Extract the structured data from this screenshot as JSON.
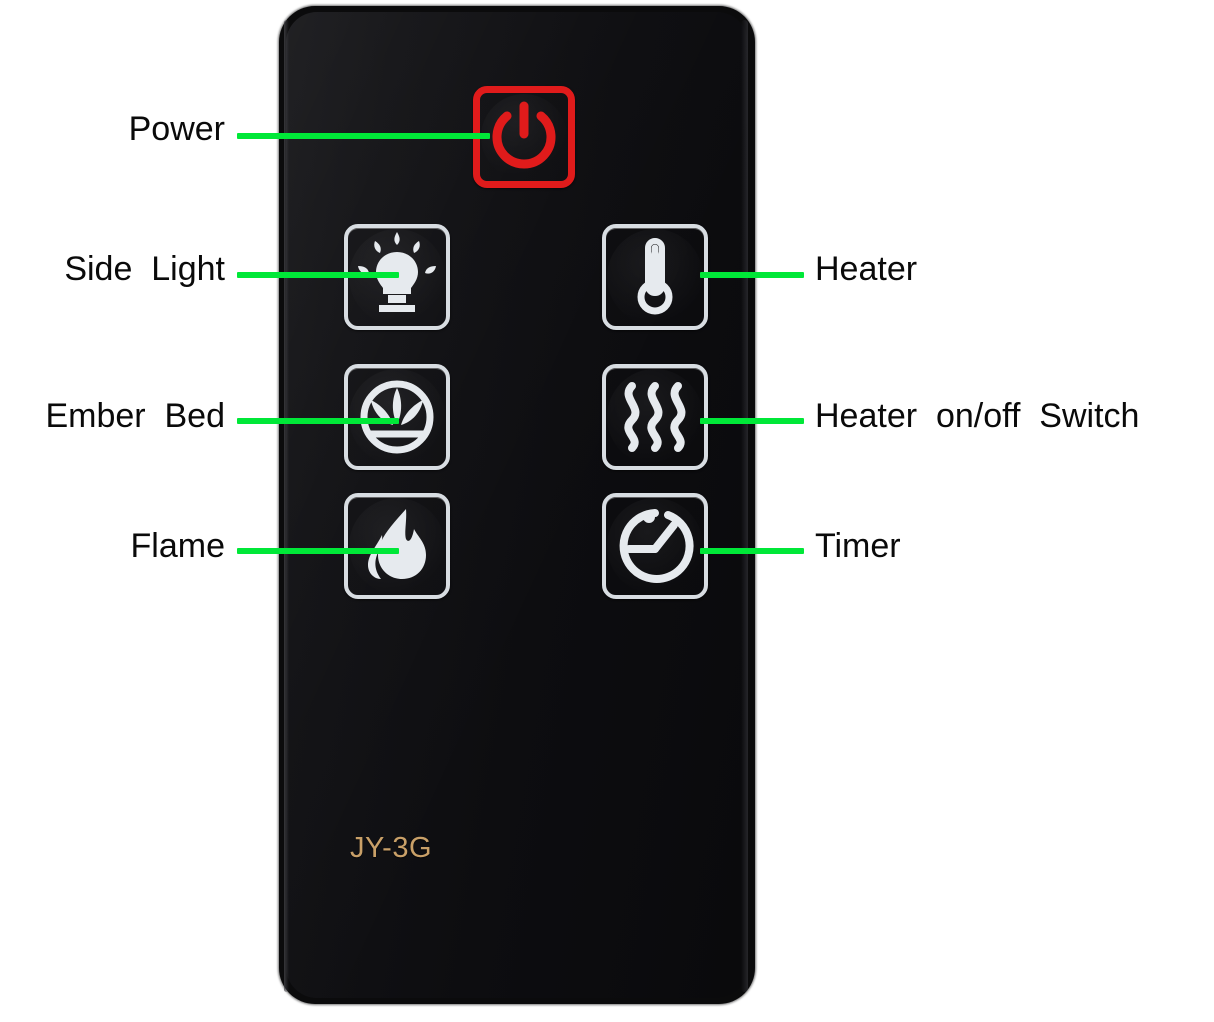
{
  "device": {
    "type": "infrared-remote-control",
    "model_text": "JY-3G",
    "body_color": "#101013",
    "accent_color": "#00e838",
    "model_text_color": "#c9a068",
    "power_button_color": "#e01b1b",
    "button_outline_color": "#d8dde2"
  },
  "callouts": {
    "power": {
      "label": "Power",
      "icon": "power-icon",
      "side": "left"
    },
    "side_light": {
      "label": "Side  Light",
      "icon": "light-bulb-icon",
      "side": "left"
    },
    "ember_bed": {
      "label": "Ember  Bed",
      "icon": "ember-bed-icon",
      "side": "left"
    },
    "flame": {
      "label": "Flame",
      "icon": "flame-icon",
      "side": "left"
    },
    "heater": {
      "label": "Heater",
      "icon": "thermometer-icon",
      "side": "right"
    },
    "heater_switch": {
      "label": "Heater  on/off  Switch",
      "icon": "heat-waves-icon",
      "side": "right"
    },
    "timer": {
      "label": "Timer",
      "icon": "clock-timer-icon",
      "side": "right"
    }
  }
}
